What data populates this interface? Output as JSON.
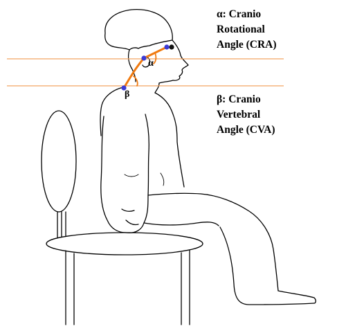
{
  "alpha_caption": {
    "line1": "α: Cranio",
    "line2": "Rotational",
    "line3": "Angle (CRA)"
  },
  "beta_caption": {
    "line1": "β: Cranio",
    "line2": "Vertebral",
    "line3": "Angle (CVA)"
  },
  "angle_symbols": {
    "alpha": "α",
    "beta": "β"
  },
  "colors": {
    "reference_line": "#f4a460",
    "marker_line": "#f07a10",
    "marker_dot": "#3b3bd6",
    "outline": "#000000"
  }
}
